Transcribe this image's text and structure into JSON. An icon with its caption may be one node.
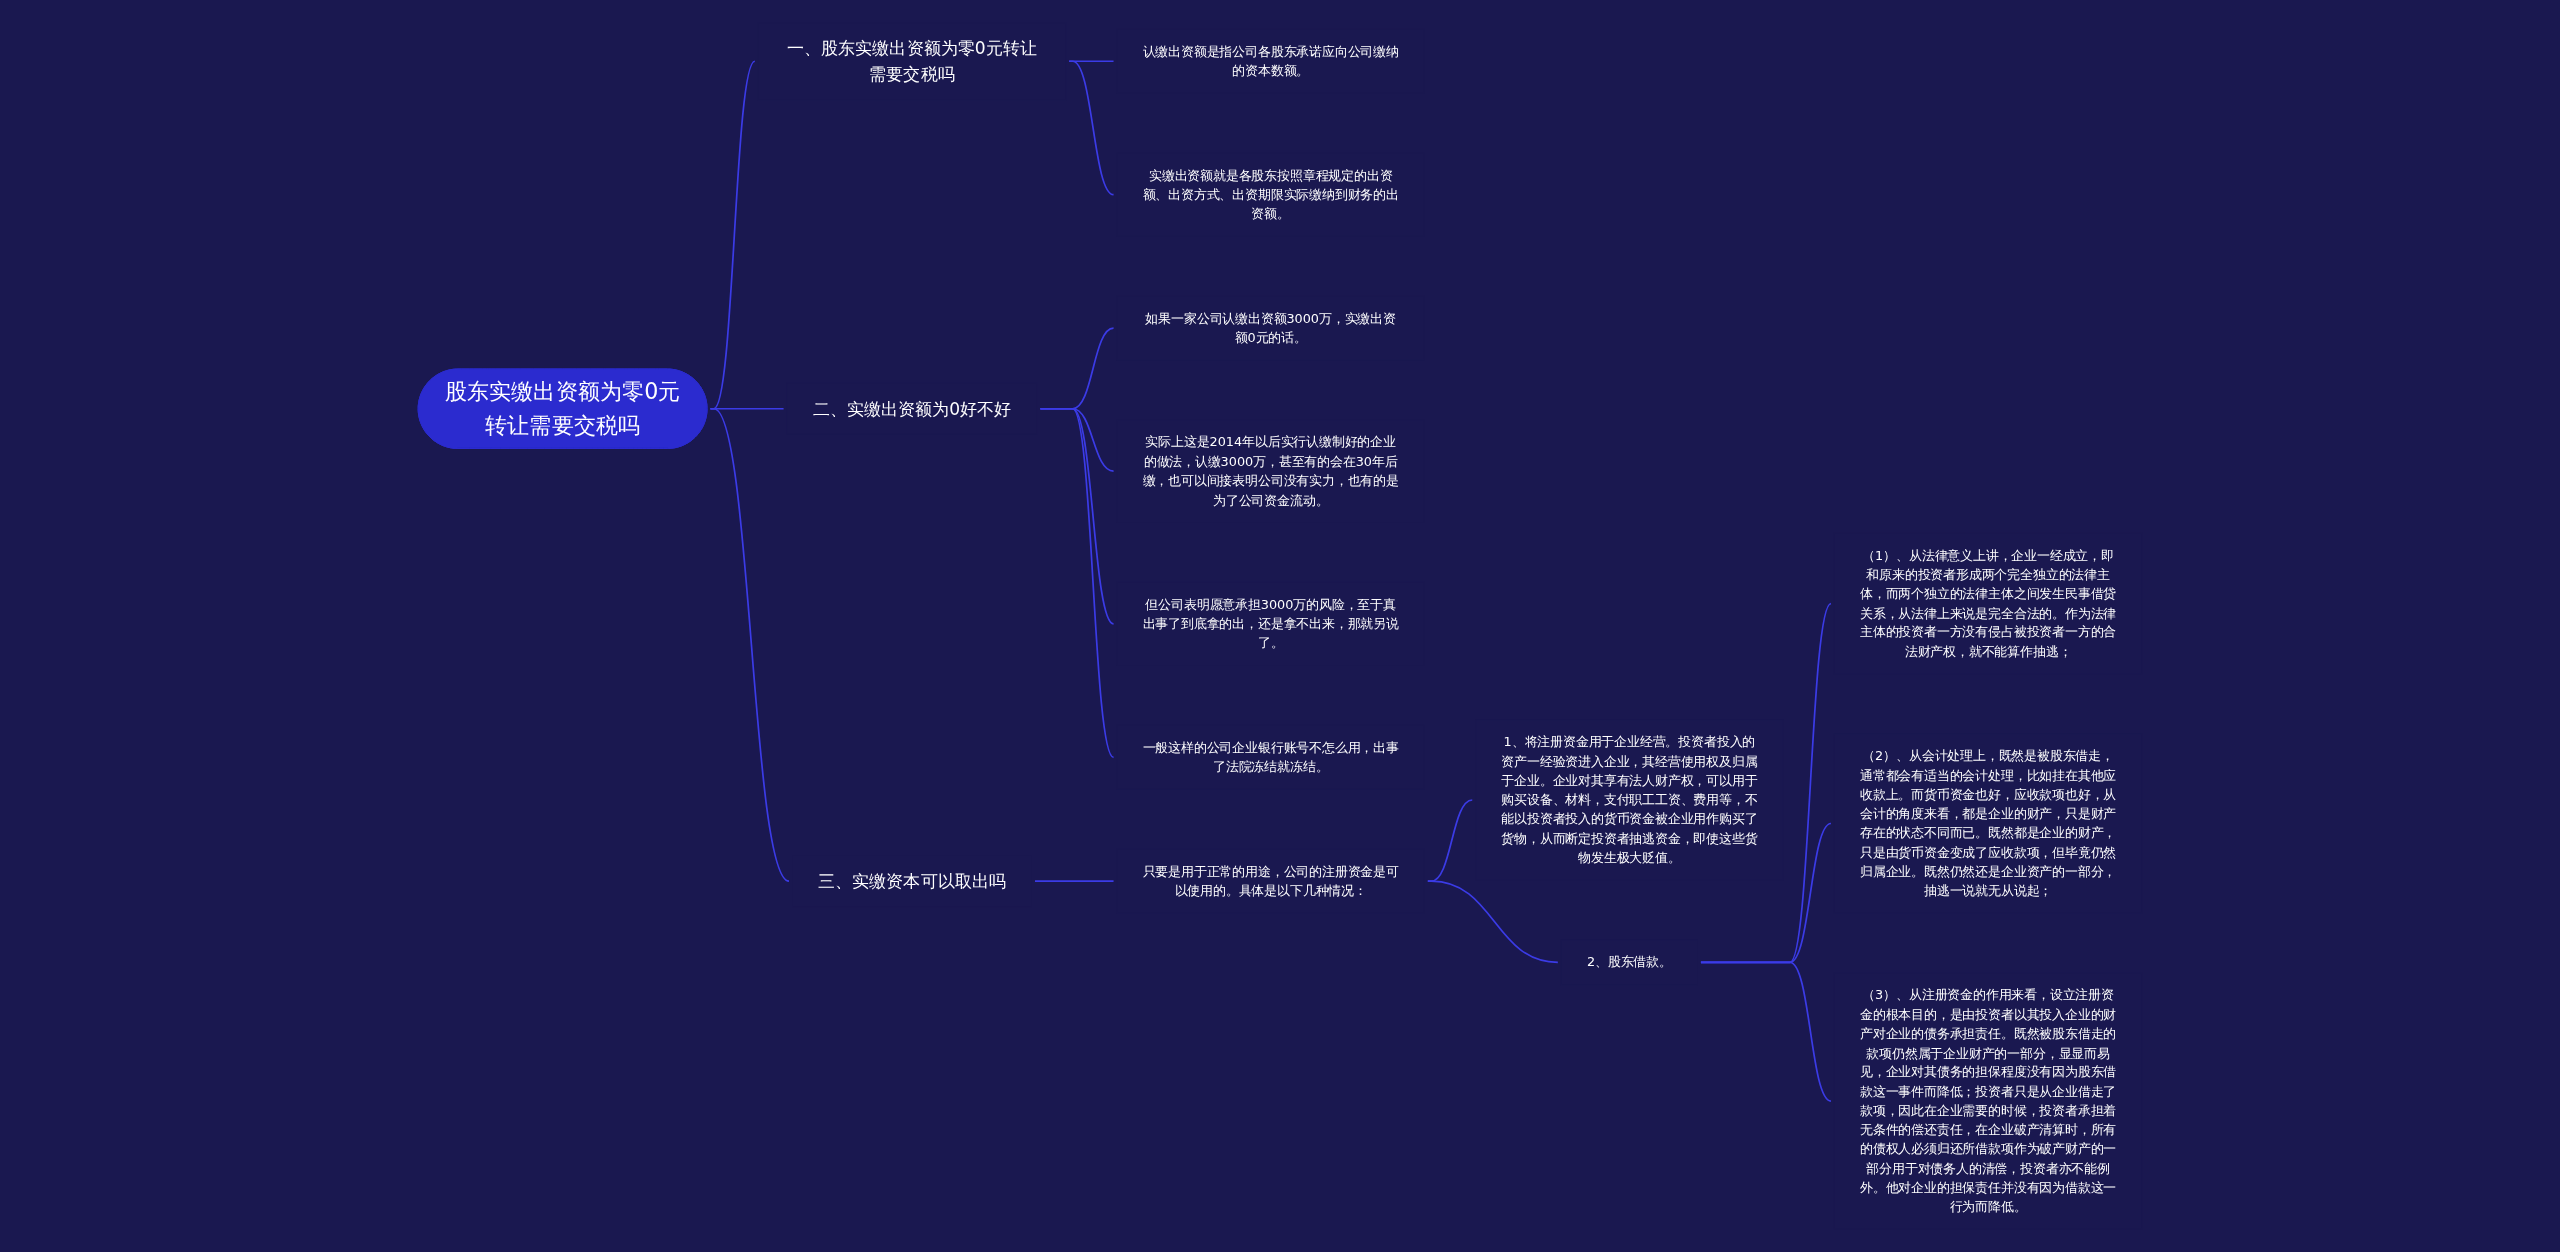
{
  "diagram": {
    "nodes": [
      {
        "text": [
          "股东实缴出资额为零0元转让需要交税吗"
        ]
      },
      {
        "text": [
          "一、股东实缴出资额为零0元转让需要交税吗"
        ]
      },
      {
        "text": [
          "认缴出资额是指公司各股东承诺应向公司缴纳的资本数额。"
        ]
      },
      {
        "text": [
          "实缴出资额就是各股东按照章程规定的出资额、出资方式、出资期限实际缴纳到财务的出资额。"
        ]
      },
      {
        "text": [
          "二、实缴出资额为0好不好"
        ]
      },
      {
        "text": [
          "如果一家公司认缴出资额3000万，实缴出资额0元的话。"
        ]
      },
      {
        "text": [
          "实际上这是2014年以后实行认缴制好的企业的做法，认缴3000万，甚至有的会在30年后缴，也可以间接表明公司没有实力，也有的是为了公司资金流动。"
        ]
      },
      {
        "text": [
          "但公司表明愿意承担3000万的风险，至于真出事了到底拿的出，还是拿不出来，那就另说了。"
        ]
      },
      {
        "text": [
          "一般这样的公司企业银行账号不怎么用，出事了法院冻结就冻结。"
        ]
      },
      {
        "text": [
          "三、实缴资本可以取出吗"
        ]
      },
      {
        "text": [
          "只要是用于正常的用途，公司的注册资金是可以使用的。具体是以下几种情况："
        ]
      },
      {
        "text": [
          "1、将注册资金用于企业经营。投资者投入的资产一经验资进入企业，其经营使用权及归属于企业。企业对其享有法人财产权，可以用于购买设备、材料，支付职工工资、费用等，不能以投资者投入的货币资金被企业用作购买了货物，从而断定投资者抽逃资金，即使这些货物发生极大贬值。"
        ]
      },
      {
        "text": [
          "2、股东借款。"
        ]
      },
      {
        "text": [
          "（1）、从法律意义上讲，企业一经成立，即和原来的投资者形成两个完全独立的法律主体，而两个独立的法律主体之间发生民事借贷关系，从法律上来说是完全合法的。作为法律主体的投资者一方没有侵占被投资者一方的合法财产权，就不能算作抽逃；"
        ]
      },
      {
        "text": [
          "（2）、从会计处理上，既然是被股东借走，通常都会有适当的会计处理，比如挂在其他应收款上。而货币资金也好，应收款项也好，从会计的角度来看，都是企业的财产，只是财产存在的状态不同而已。既然都是企业的财产，只是由货币资金变成了应收款项，但毕竟仍然归属企业。既然仍然还是企业资产的一部分，抽逃一说就无从说起；"
        ]
      },
      {
        "text": [
          "（3）、从注册资金的作用来看，设立注册资金的根本目的，是由投资者以其投入企业的财产对企业的债务承担责任。既然被股东借走的款项仍然属于企业财产的一部分，显显而易见，企业对其债务的担保程度没有因为股东借款这一事件而降低；投资者只是从企业借走了款项，因此在企业需要的时候，投资者承担着无条件的偿还责任，在企业破产清算时，所有的债权人必须归还所借款项作为破产财产的一部分用于对债务人的清偿，投资者亦不能例外。他对企业的担保责任并没有因为借款这一行为而降低。"
        ]
      }
    ],
    "edges": [
      {
        "from": 0,
        "to": 1,
        "arrow": "none"
      },
      {
        "from": 1,
        "to": 2,
        "arrow": "none"
      },
      {
        "from": 1,
        "to": 3,
        "arrow": "none"
      },
      {
        "from": 0,
        "to": 4,
        "arrow": "none"
      },
      {
        "from": 4,
        "to": 5,
        "arrow": "none"
      },
      {
        "from": 4,
        "to": 6,
        "arrow": "none"
      },
      {
        "from": 4,
        "to": 7,
        "arrow": "none"
      },
      {
        "from": 4,
        "to": 8,
        "arrow": "none"
      },
      {
        "from": 0,
        "to": 9,
        "arrow": "none"
      },
      {
        "from": 9,
        "to": 10,
        "arrow": "none"
      },
      {
        "from": 10,
        "to": 11,
        "arrow": "none"
      },
      {
        "from": 10,
        "to": 12,
        "arrow": "none"
      },
      {
        "from": 12,
        "to": 13,
        "arrow": "none"
      },
      {
        "from": 12,
        "to": 14,
        "arrow": "none"
      },
      {
        "from": 12,
        "to": 15,
        "arrow": "none"
      }
    ]
  }
}
